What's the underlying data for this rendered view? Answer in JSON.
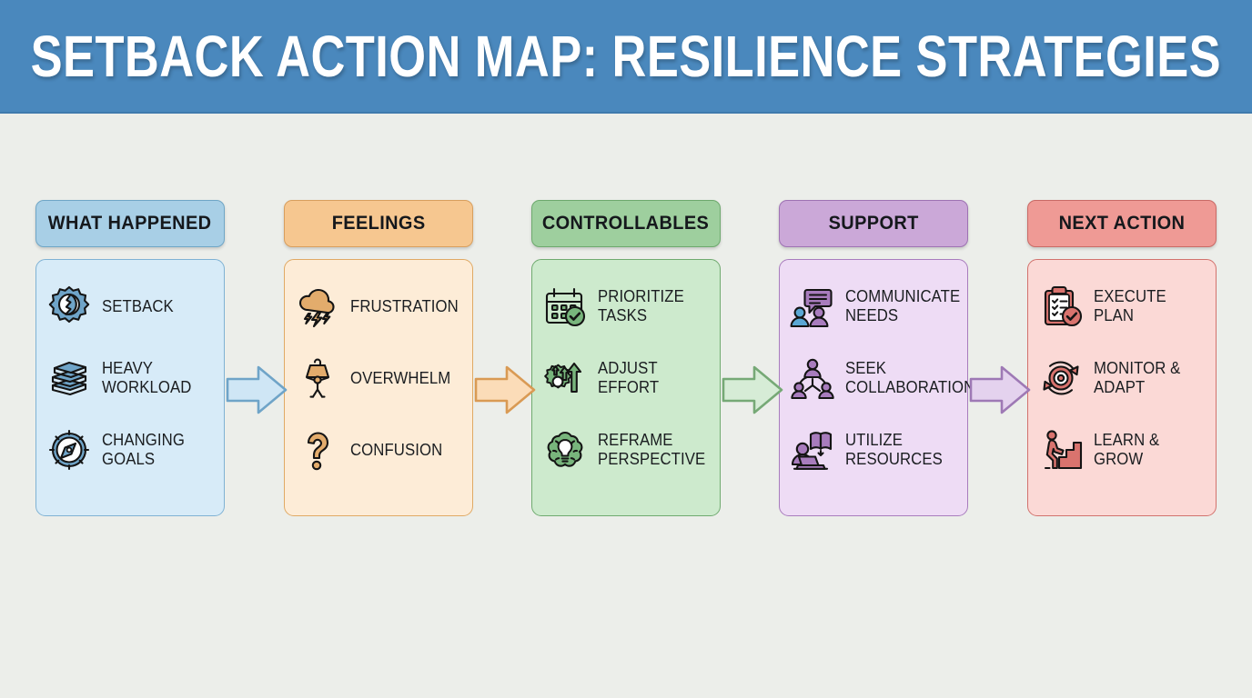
{
  "banner": {
    "title": "SETBACK ACTION MAP: RESILIENCE STRATEGIES",
    "background_color": "#4a88bd",
    "text_color": "#ffffff"
  },
  "canvas": {
    "background_color": "#eceeea"
  },
  "columns": [
    {
      "id": "what-happened",
      "header": "WHAT HAPPENED",
      "header_bg": "#a8cfe6",
      "header_border": "#6fa6c6",
      "body_bg": "#d7ebf8",
      "body_border": "#7fb2d4",
      "icon_color": "#6fa4c8",
      "items": [
        {
          "label": "SETBACK",
          "icon": "broken-gear-icon"
        },
        {
          "label": "HEAVY\nWORKLOAD",
          "icon": "stacked-books-icon"
        },
        {
          "label": "CHANGING\nGOALS",
          "icon": "compass-icon"
        }
      ]
    },
    {
      "id": "feelings",
      "header": "FEELINGS",
      "header_bg": "#f6c790",
      "header_border": "#d89f5e",
      "body_bg": "#fdecd7",
      "body_border": "#e0a964",
      "icon_color": "#e3ac6c",
      "items": [
        {
          "label": "FRUSTRATION",
          "icon": "storm-cloud-icon"
        },
        {
          "label": "OVERWHELM",
          "icon": "carrying-weight-icon"
        },
        {
          "label": "CONFUSION",
          "icon": "question-mark-icon"
        }
      ]
    },
    {
      "id": "controllables",
      "header": "CONTROLLABLES",
      "header_bg": "#9ecf9e",
      "header_border": "#6da96d",
      "body_bg": "#cdeacd",
      "body_border": "#6faa6f",
      "icon_color": "#78b57c",
      "items": [
        {
          "label": "PRIORITIZE\nTASKS",
          "icon": "calendar-check-icon"
        },
        {
          "label": "ADJUST\nEFFORT",
          "icon": "gear-arrows-icon"
        },
        {
          "label": "REFRAME\nPERSPECTIVE",
          "icon": "brain-bulb-icon"
        }
      ]
    },
    {
      "id": "support",
      "header": "SUPPORT",
      "header_bg": "#cba8d8",
      "header_border": "#9e72b3",
      "body_bg": "#eedcf5",
      "body_border": "#a87cbd",
      "icon_color": "#a87cbd",
      "items": [
        {
          "label": "COMMUNICATE\nNEEDS",
          "icon": "speech-bubble-people-icon"
        },
        {
          "label": "SEEK\nCOLLABORATION",
          "icon": "people-network-icon"
        },
        {
          "label": "UTILIZE\nRESOURCES",
          "icon": "laptop-book-icon"
        }
      ]
    },
    {
      "id": "next-action",
      "header": "NEXT ACTION",
      "header_bg": "#ef9a95",
      "header_border": "#c96a66",
      "body_bg": "#fbd9d6",
      "body_border": "#d2726d",
      "icon_color": "#d9736e",
      "items": [
        {
          "label": "EXECUTE\nPLAN",
          "icon": "clipboard-check-icon"
        },
        {
          "label": "MONITOR &\nADAPT",
          "icon": "target-cycle-icon"
        },
        {
          "label": "LEARN &\nGROW",
          "icon": "stairs-climb-icon"
        }
      ]
    }
  ],
  "arrows": [
    {
      "id": "arrow-1",
      "fill": "#cfe6f5",
      "stroke": "#6fa4c8",
      "direction": "right"
    },
    {
      "id": "arrow-2",
      "fill": "#fbdcb8",
      "stroke": "#d99a54",
      "direction": "right"
    },
    {
      "id": "arrow-3",
      "fill": "#d6ecd6",
      "stroke": "#76a976",
      "direction": "right"
    },
    {
      "id": "arrow-4",
      "fill": "#e4d2ee",
      "stroke": "#9e79b5",
      "direction": "right"
    }
  ]
}
